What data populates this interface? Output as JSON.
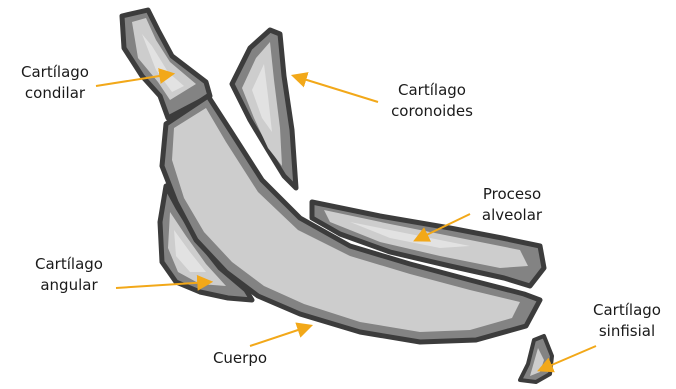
{
  "labels": {
    "condilar": {
      "line1": "Cartílago",
      "line2": "condilar"
    },
    "coronoides": {
      "line1": "Cartílago",
      "line2": "coronoides"
    },
    "proceso": {
      "line1": "Proceso",
      "line2": "alveolar"
    },
    "angular": {
      "line1": "Cartílago",
      "line2": "angular"
    },
    "cuerpo": {
      "line1": "Cuerpo"
    },
    "sinfisial": {
      "line1": "Cartílago",
      "line2": "sinfisial"
    }
  },
  "colors": {
    "outline": "#3c3c3c",
    "edge": "#838383",
    "fill": "#cdcdcd",
    "highlight": "#e2e2e2",
    "arrow": "#f2a819",
    "text": "#1a1a1a"
  }
}
